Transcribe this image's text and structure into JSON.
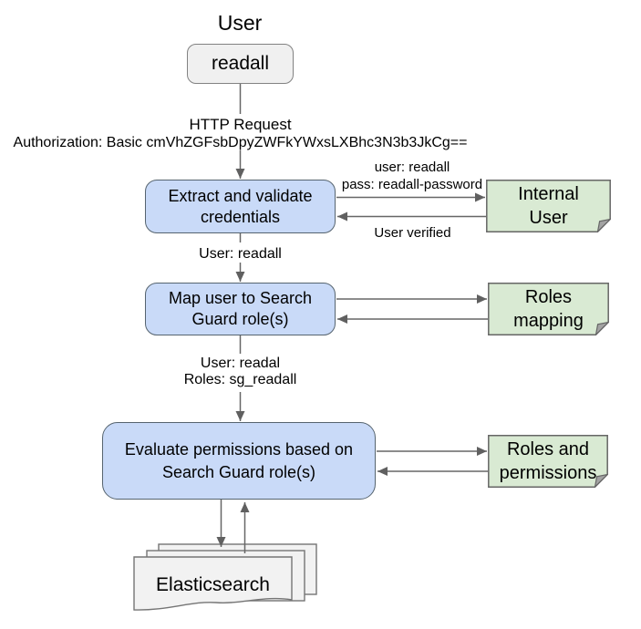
{
  "diagram": {
    "title": "User",
    "user_node": "readall",
    "http": {
      "line1": "HTTP Request",
      "line2": "Authorization: Basic cmVhZGFsbDpyZWFkYWxsLXBhc3N3b3JkCg=="
    },
    "process": {
      "extract": "Extract and validate\ncredentials",
      "map": "Map user to Search\nGuard role(s)",
      "evaluate": "Evaluate permissions based on\nSearch Guard role(s)"
    },
    "note": {
      "internal_user": "Internal\nUser",
      "roles_mapping": "Roles\nmapping",
      "roles_permissions": "Roles and\npermissions"
    },
    "label": {
      "credentials": "user: readall\npass: readall-password",
      "user_verified": "User verified",
      "user": "User: readall",
      "user_roles": "User: readal\nRoles: sg_readall"
    },
    "datastore": "Elasticsearch",
    "colors": {
      "process_fill": "#c9daf8",
      "process_stroke": "#56646f",
      "note_fill": "#d9ead3",
      "note_stroke": "#666666",
      "terminal_fill": "#f0f0f0",
      "terminal_stroke": "#828282",
      "document_fill": "#f2f2f2",
      "connector": "#666666",
      "text": "#000000"
    }
  }
}
